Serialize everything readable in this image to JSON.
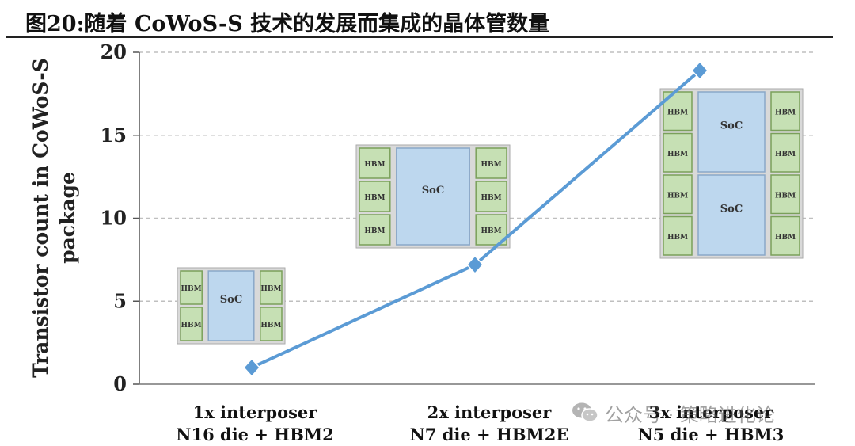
{
  "figure_title": "图20:随着 CoWoS-S 技术的发展而集成的晶体管数量",
  "watermark": {
    "text": "公众号 · 策略进化论",
    "icon": "wechat-icon"
  },
  "colors": {
    "line": "#5b9bd5",
    "grid": "#bfbfbf",
    "hbm_fill": "#c6e0b4",
    "hbm_border": "#7aa05a",
    "soc_fill": "#bdd7ee",
    "interposer_fill": "#d9d9d9"
  },
  "package_labels": {
    "hbm": "HBM",
    "soc": "SoC"
  },
  "chart_data": {
    "type": "line",
    "title": "",
    "ylabel_lines": [
      "Transistor count in CoWoS-S",
      "package"
    ],
    "xlabel": "",
    "ylim": [
      0,
      20
    ],
    "yticks": [
      0,
      5,
      10,
      15,
      20
    ],
    "grid": true,
    "categories": [
      [
        "1x interposer",
        "N16 die + HBM2"
      ],
      [
        "2x interposer",
        "N7 die + HBM2E"
      ],
      [
        "3x interposer",
        "N5 die + HBM3"
      ]
    ],
    "series": [
      {
        "values": [
          1,
          7.2,
          18.9
        ]
      }
    ]
  }
}
